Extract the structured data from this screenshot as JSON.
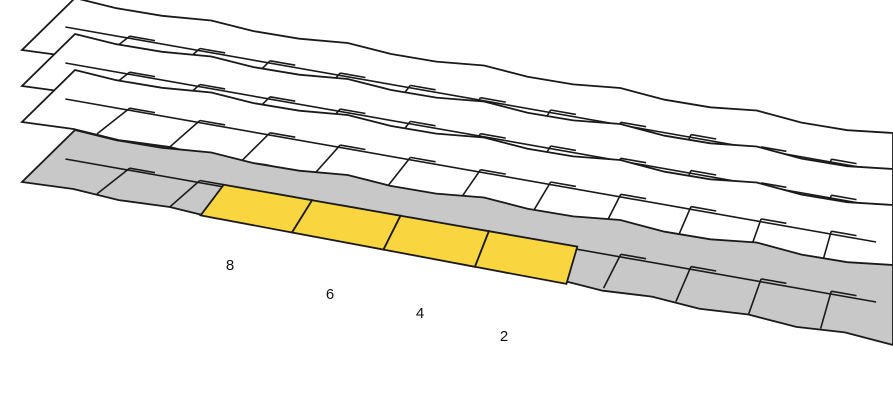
{
  "colors": {
    "background": "#ffffff",
    "outline": "#1a1a1a",
    "upper_floor_fill": "#ffffff",
    "ground_floor_fill": "#c8c8c8",
    "highlight_fill": "#f9d640"
  },
  "floors": [
    {
      "id": "floor-4",
      "fill_key": "upper_floor_fill"
    },
    {
      "id": "floor-3",
      "fill_key": "upper_floor_fill"
    },
    {
      "id": "floor-2",
      "fill_key": "upper_floor_fill"
    },
    {
      "id": "floor-1",
      "fill_key": "ground_floor_fill"
    }
  ],
  "highlighted_units": [
    {
      "label": "8"
    },
    {
      "label": "6"
    },
    {
      "label": "4"
    },
    {
      "label": "2"
    }
  ]
}
